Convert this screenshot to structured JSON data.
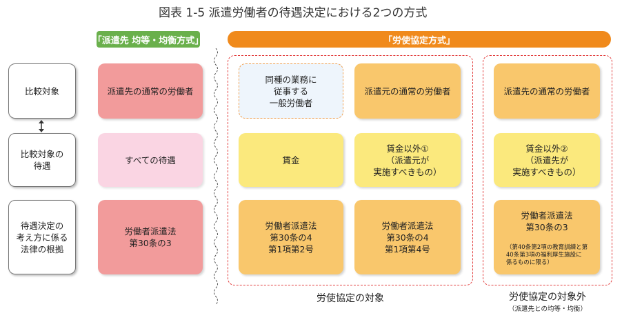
{
  "title": "図表 1-5 派遣労働者の待遇決定における2つの方式",
  "headers": {
    "equal_balanced": "「派遣先 均等・均衡方式」",
    "labor_agreement": "「労使協定方式」"
  },
  "row_labels": {
    "comparison_target": "比較対象",
    "treatment_to_compare": "比較対象の\n待遇",
    "legal_basis": "待遇決定の\n考え方に係る\n法律の根拠"
  },
  "equal_balanced": {
    "comparison": "派遣先の通常の労働者",
    "treatment": "すべての待遇",
    "law": "労働者派遣法\n第30条の3"
  },
  "agreement_target": {
    "comparison_similar": "同種の業務に\n従事する\n一般労働者",
    "comparison_dispatcher": "派遣元の通常の労働者",
    "treatment_wage": "賃金",
    "treatment_other": "賃金以外①\n（派遣元が\n実施すべきもの）",
    "law_1": "労働者派遣法\n第30条の4\n第1項第2号",
    "law_2": "労働者派遣法\n第30条の4\n第1項第4号",
    "label": "労使協定の対象"
  },
  "agreement_excluded": {
    "comparison": "派遣先の通常の労働者",
    "treatment": "賃金以外②\n（派遣先が\n実施すべきもの）",
    "law": "労働者派遣法\n第30条の3",
    "law_note": "（第40条第2項の教育訓練と第\n40条第3項の福利厚生施設に\n係るものに限る）",
    "label": "労使協定の対象外",
    "sublabel": "（派遣先との均等・均衡）"
  }
}
